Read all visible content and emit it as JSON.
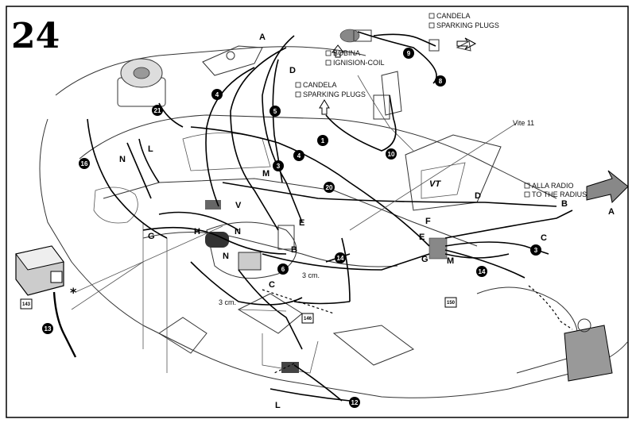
{
  "figure_number": "24",
  "labels": {
    "candela_top": "CANDELA",
    "sparking_top": "SPARKING PLUGS",
    "bobina": "BOBINA",
    "ignition": "IGNISION-COIL",
    "candela_mid": "CANDELA",
    "sparking_mid": "SPARKING PLUGS",
    "vite": "Vite 11",
    "radio_it": "ALLA RADIO",
    "radio_en": "TO THE RADIUS",
    "cm_1": "3 cm.",
    "cm_2": "3 cm."
  },
  "letters": [
    "A",
    "D",
    "B",
    "A",
    "C",
    "D",
    "F",
    "E",
    "G",
    "M",
    "L",
    "N",
    "G",
    "H",
    "N",
    "N",
    "E",
    "B",
    "V",
    "C",
    "L",
    "M"
  ],
  "markers": [
    "4",
    "5",
    "9",
    "8",
    "10",
    "1",
    "4",
    "3",
    "20",
    "21",
    "16",
    "14",
    "3",
    "14",
    "6",
    "13",
    "12"
  ],
  "boxes": [
    "143",
    "150",
    "146"
  ],
  "asterisk": "*"
}
